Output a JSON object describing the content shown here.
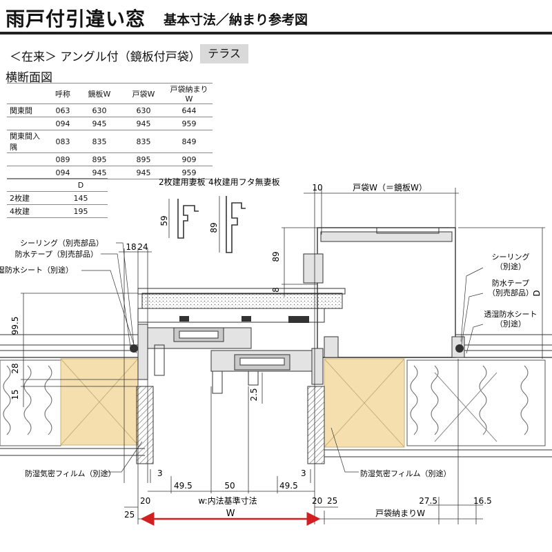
{
  "header": {
    "title_main": "雨戸付引違い窓",
    "title_sub": "基本寸法／納まり参考図"
  },
  "subtitle": "＜在来＞ アングル付（鏡板付戸袋）",
  "badge": "テラス",
  "section": "横断面図",
  "size_table": {
    "headers": [
      "",
      "呼称",
      "鏡板W",
      "戸袋W",
      "戸袋納まりW"
    ],
    "rows": [
      [
        "関東間",
        "063",
        "630",
        "630",
        "644"
      ],
      [
        "",
        "094",
        "945",
        "945",
        "959"
      ],
      [
        "関東間入隅",
        "083",
        "835",
        "835",
        "849"
      ],
      [
        "",
        "089",
        "895",
        "895",
        "909"
      ],
      [
        "",
        "094",
        "945",
        "945",
        "959"
      ]
    ]
  },
  "d_table": {
    "headers": [
      "",
      "D"
    ],
    "rows": [
      [
        "2枚建",
        "145"
      ],
      [
        "4枚建",
        "195"
      ]
    ]
  },
  "detail_labels": {
    "two": "2枚建用妻板",
    "four": "4枚建用フタ無妻板",
    "dim_two": "59",
    "dim_four": "89"
  },
  "labels": {
    "sealing_left": "シーリング（別売部品）",
    "tape_left": "防水テープ（別売部品）",
    "sheet_left": "透湿防水シート（別途）",
    "film_left": "防湿気密フィルム（別途）",
    "film_right": "防湿気密フィルム（別途）",
    "sealing_right_1": "シーリング",
    "sealing_right_2": "（別途）",
    "tape_right_1": "防水テープ",
    "tape_right_2": "（別売部品）",
    "sheet_right_1": "透湿防水シート",
    "sheet_right_2": "（別途）"
  },
  "dims": {
    "d18": "18",
    "d24": "24",
    "d10": "10",
    "tobukuro_w": "戸袋W（＝鏡板W）",
    "d89": "89",
    "d8": "8",
    "dD": "D",
    "d99_5": "99.5",
    "d28": "28",
    "d15": "15",
    "d2_5": "2.5",
    "d3a": "3",
    "d3b": "3",
    "d49_5a": "49.5",
    "d50": "50",
    "d49_5b": "49.5",
    "d20a": "20",
    "d20b": "20",
    "d25a": "25",
    "d25b": "25",
    "inner": "w:内法基準寸法",
    "W": "W",
    "d27_5": "27.5",
    "d16_5": "16.5",
    "tobukuro_osamari": "戸袋納まりW"
  },
  "colors": {
    "insulation": "#f6dfae",
    "insulation_stroke": "#c9b07a",
    "arrow": "#d21f1f",
    "glass": "#c9c9c9",
    "frame": "#333333",
    "gray_fill": "#e3e3e3"
  }
}
